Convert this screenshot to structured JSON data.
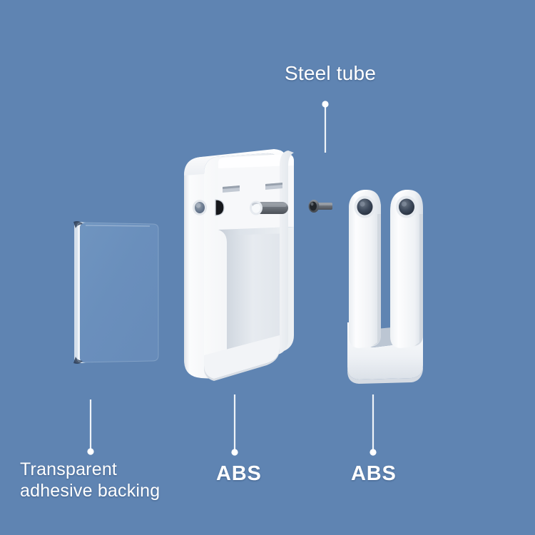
{
  "scene": {
    "kind": "exploded-product-diagram",
    "background_color": "#5f84b2",
    "subject": "wall-mounted adhesive hook bracket"
  },
  "labels": [
    {
      "id": "steel-tube",
      "text": "Steel tube",
      "color": "#ffffff",
      "weight": "regular",
      "leader": "dot-at-top-line-down"
    },
    {
      "id": "transparent-adhesive-backing",
      "line1": "Transparent",
      "line2": "adhesive backing",
      "color": "#ffffff",
      "weight": "regular",
      "leader": "line-down-dot-at-bottom"
    },
    {
      "id": "abs-bracket",
      "text": "ABS",
      "color": "#ffffff",
      "weight": "bold",
      "leader": "line-down-dot-at-bottom"
    },
    {
      "id": "abs-hook",
      "text": "ABS",
      "color": "#ffffff",
      "weight": "bold",
      "leader": "line-down-dot-at-bottom"
    }
  ],
  "parts": [
    {
      "id": "adhesive-pad",
      "name": "Transparent adhesive backing",
      "material": "Transparent adhesive",
      "tint": "#6d90bb",
      "edge_color": "#e8eef5"
    },
    {
      "id": "bracket-body",
      "name": "Wall bracket base",
      "material": "ABS",
      "color": "#f4f5f7"
    },
    {
      "id": "steel-pin",
      "name": "Steel tube",
      "material": "Steel",
      "color": "#5a5f66"
    },
    {
      "id": "u-hook",
      "name": "U-shaped hook arm",
      "material": "ABS",
      "color": "#f4f5f7"
    }
  ],
  "callout_color": "#eef3f8"
}
